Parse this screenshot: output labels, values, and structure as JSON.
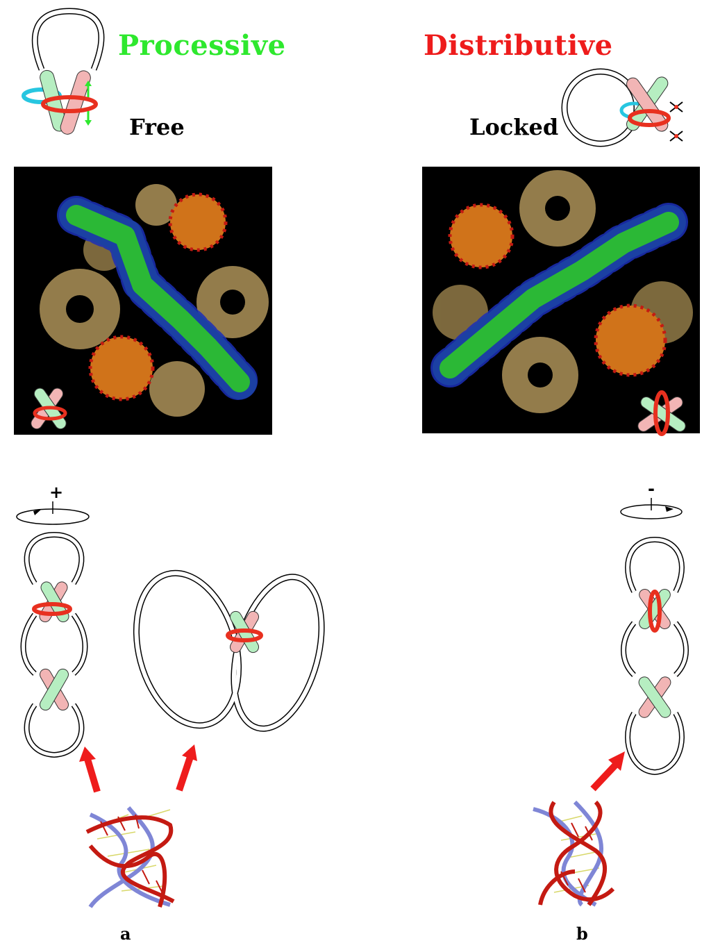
{
  "titles": {
    "processive": "Processive",
    "distributive": "Distributive"
  },
  "states": {
    "free": "Free",
    "locked": "Locked"
  },
  "rotation": {
    "plus": "+",
    "minus": "-"
  },
  "panels": {
    "a": "a",
    "b": "b"
  },
  "colors": {
    "processive": "#2ee82e",
    "distributive": "#ee1c1c",
    "ring": "#e8301f",
    "cyan_ring": "#27c6e0",
    "segment_green": "#b6eec1",
    "segment_pink": "#f2b5b5",
    "protein_green": "#1f9e2a",
    "protein_blue": "#1b2fb8",
    "protein_tan": "#a38a54",
    "protein_orange": "#d0731a",
    "dna_red": "#c41a12",
    "dna_blue": "#7f86d6",
    "arrow_red": "#ee1c1c"
  },
  "icons": [
    "dna-loop-icon",
    "protein-complex-image",
    "dna-helix-image",
    "rotation-arrow-icon",
    "arrow-up-right-icon"
  ]
}
